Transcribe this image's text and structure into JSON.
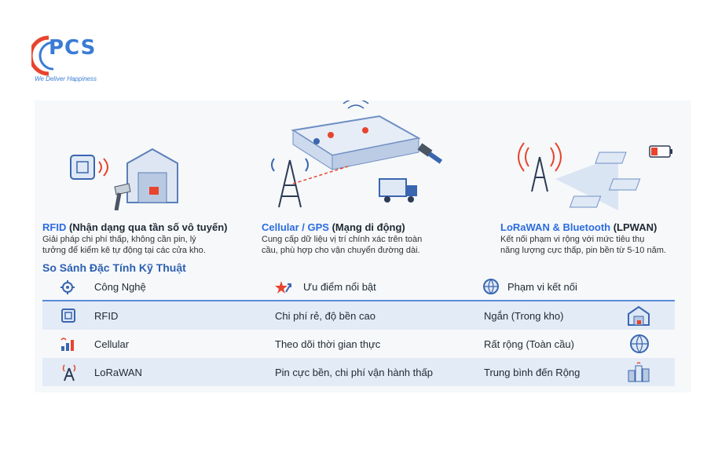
{
  "brand": {
    "name": "PCS",
    "tagline": "We Deliver Happiness"
  },
  "technologies": [
    {
      "title_hl": "RFID",
      "title_rest": " (Nhận dạng qua tần số vô tuyến)",
      "desc_line1": "Giải pháp chi phí thấp, không cần pin, lý",
      "desc_line2": "tưởng để kiểm kê tự động tại các cửa kho."
    },
    {
      "title_hl": "Cellular / GPS",
      "title_rest": " (Mạng di động)",
      "desc_line1": "Cung cấp dữ liệu vị trí chính xác trên toàn",
      "desc_line2": "cầu, phù hợp cho vận chuyển đường dài."
    },
    {
      "title_hl": "LoRaWAN & Bluetooth",
      "title_rest": " (LPWAN)",
      "desc_line1": "Kết nối phạm vi rộng với mức tiêu thụ",
      "desc_line2": "năng lượng cực thấp, pin bền từ 5-10 năm."
    }
  ],
  "comparison": {
    "title": "So Sánh Đặc Tính Kỹ Thuật",
    "headers": {
      "tech": "Công Nghệ",
      "advantage": "Ưu điểm nổi bật",
      "range": "Phạm vi kết nối"
    },
    "rows": [
      {
        "tech": "RFID",
        "advantage": "Chi phí rẻ, độ bền cao",
        "range": "Ngắn (Trong kho)"
      },
      {
        "tech": "Cellular",
        "advantage": "Theo dõi thời gian thực",
        "range": "Rất rộng (Toàn cầu)"
      },
      {
        "tech": "LoRaWAN",
        "advantage": "Pin cực bền, chi phí vận hành thấp",
        "range": "Trung bình đến Rộng"
      }
    ]
  },
  "colors": {
    "accent": "#2d6cdf",
    "header_line": "#5b8bd6",
    "row_alt": "#e3ebf6",
    "brand_red": "#e8442e"
  }
}
